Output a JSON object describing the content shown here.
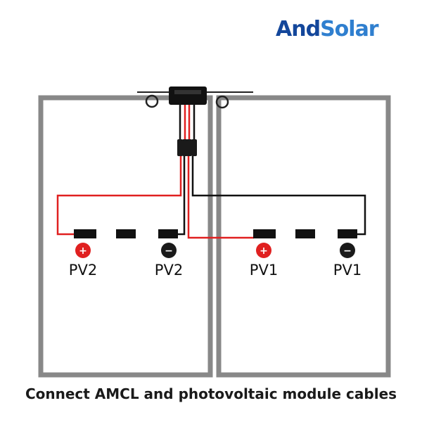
{
  "brand": {
    "logo_part1": "And",
    "logo_part2": "Solar",
    "color_primary": "#14479b",
    "color_secondary": "#2f7fcf"
  },
  "diagram": {
    "modules": [
      {
        "positive_label": "PV2",
        "negative_label": "PV2"
      },
      {
        "positive_label": "PV1",
        "negative_label": "PV1"
      }
    ],
    "positive_symbol": "+",
    "negative_symbol": "−",
    "colors": {
      "positive": "#e02020",
      "negative": "#1a1a1a",
      "panel_frame": "#888888",
      "positive_cable": "#e02020",
      "negative_cable": "#111111"
    }
  },
  "caption": "Connect AMCL and photovoltaic module cables"
}
